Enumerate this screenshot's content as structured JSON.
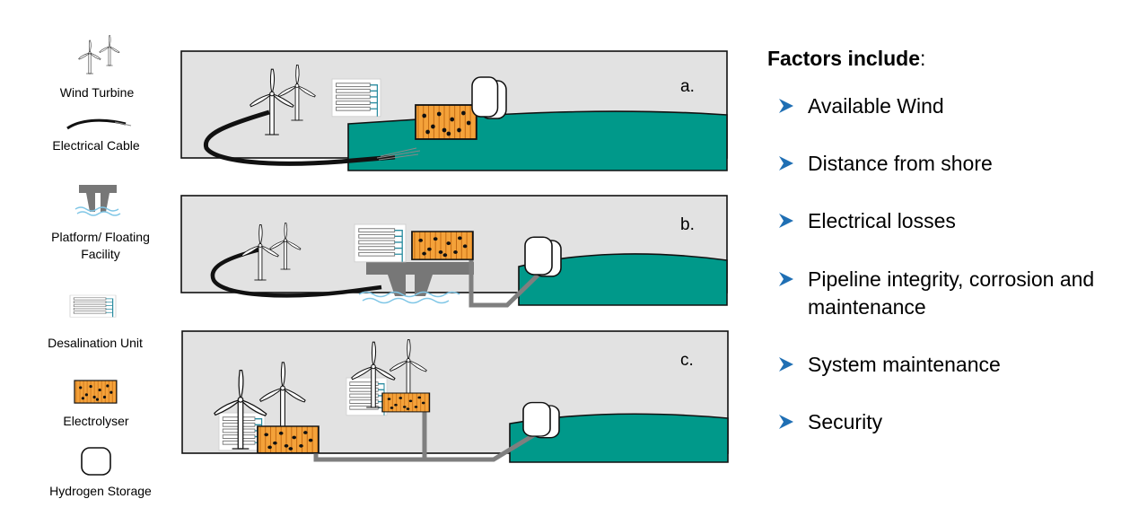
{
  "legend": {
    "wind_turbine": "Wind Turbine",
    "electrical_cable": "Electrical Cable",
    "platform": "Platform/ Floating Facility",
    "desalination": "Desalination Unit",
    "electrolyser": "Electrolyser",
    "hydrogen_storage": "Hydrogen Storage"
  },
  "panels": {
    "a": "a.",
    "b": "b.",
    "c": "c."
  },
  "factors": {
    "title": "Factors include",
    "title_colon": ":",
    "items": [
      "Available Wind",
      "Distance from shore",
      "Electrical losses",
      "Pipeline integrity, corrosion and maintenance",
      "System maintenance",
      "Security"
    ]
  },
  "colors": {
    "sea_green": "#00998a",
    "electrolyser_orange": "#f4a23a",
    "panel_bg": "#e2e2e2",
    "pipe_grey": "#7f7f7f",
    "arrow_blue": "#1f6fb4",
    "desal_teal": "#2a8ca0"
  }
}
